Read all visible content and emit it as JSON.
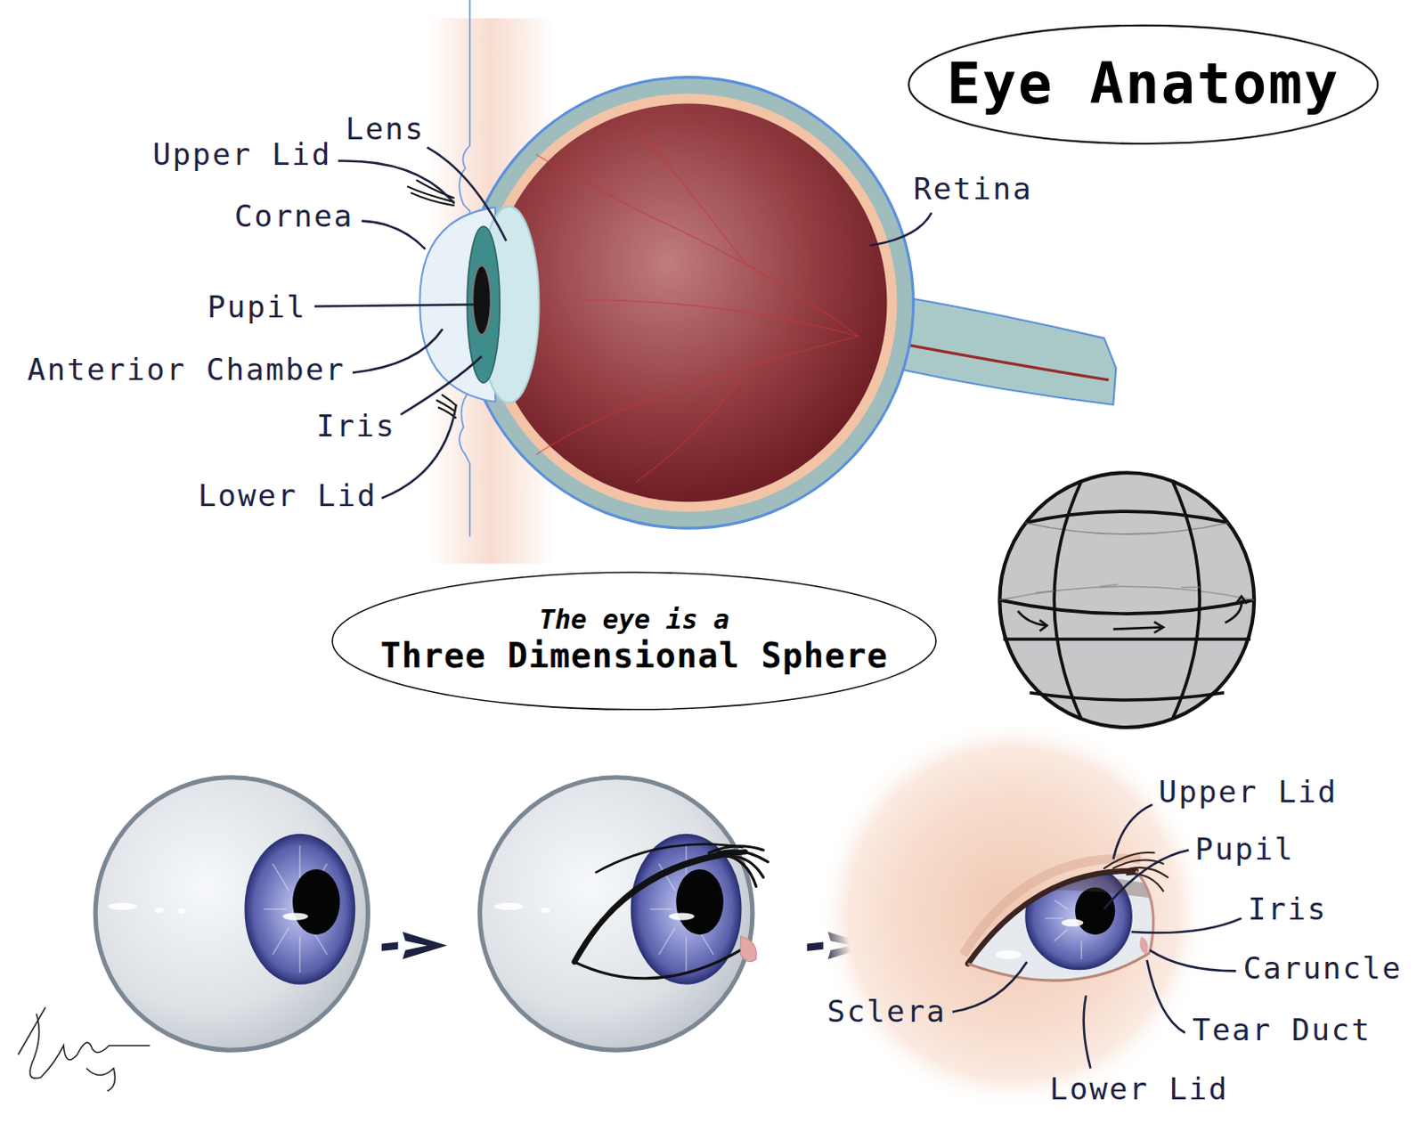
{
  "diagram": {
    "title": "Eye Anatomy",
    "nodes": [
      {
        "text": [
          "The eye is a",
          "Three Dimensional Sphere"
        ]
      }
    ],
    "labels": [
      "Upper Lid",
      "Lens",
      "Cornea",
      "Pupil",
      "Anterior Chamber",
      "Iris",
      "Lower Lid",
      "Retina",
      "Upper Lid",
      "Pupil",
      "Iris",
      "Caruncle",
      "Tear Duct",
      "Sclera",
      "Lower Lid"
    ]
  }
}
